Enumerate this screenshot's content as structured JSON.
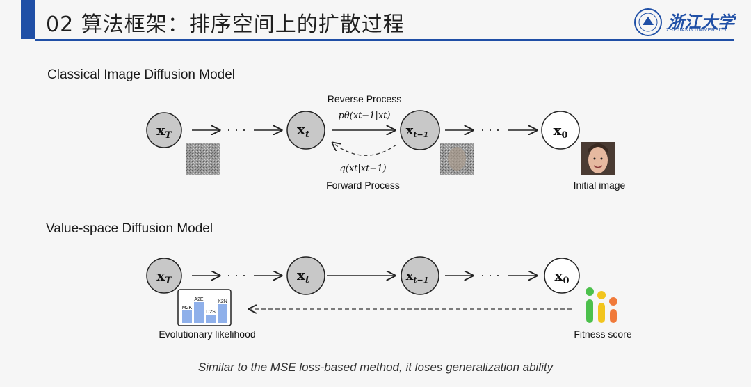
{
  "header": {
    "title": "02 算法框架：排序空间上的扩散过程",
    "logo_name": "浙江大学",
    "logo_en": "ZHEJIANG UNIVERSITY"
  },
  "section1": {
    "title": "Classical Image Diffusion Model",
    "nodes": [
      "x_T",
      "x_t",
      "x_{t-1}",
      "x_0"
    ],
    "dots": "· · ·",
    "reverse_label": "Reverse Process",
    "reverse_formula": "pθ(xt−1|xt)",
    "forward_formula": "q(xt|xt−1)",
    "forward_label": "Forward Process",
    "initial_label": "Initial image"
  },
  "section2": {
    "title": "Value-space Diffusion Model",
    "bar_labels": [
      "M2K",
      "A2E",
      "D2S",
      "K2N"
    ],
    "bar_values": [
      0.6,
      1.0,
      0.4,
      0.9
    ],
    "evo_label": "Evolutionary likelihood",
    "fitness_label": "Fitness score"
  },
  "caption": "Similar to the MSE loss-based method, it loses generalization ability",
  "colors": {
    "accent": "#1f4fa6",
    "node_gray": "#c8c8c8",
    "bar": "#8fb0ea"
  }
}
